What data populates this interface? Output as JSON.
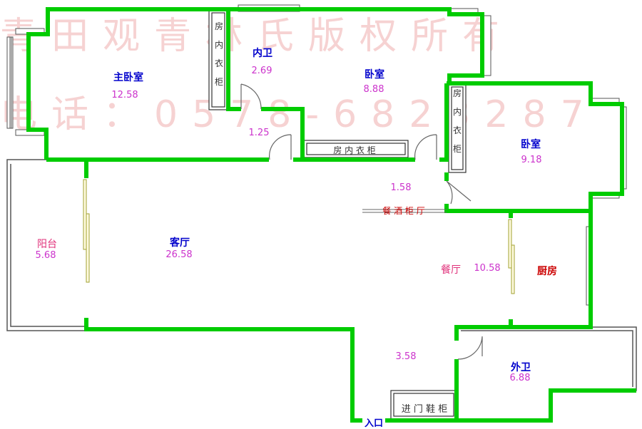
{
  "watermark": {
    "line1": "青田观青林氏版权所有",
    "line2": "电话：0578-6823287"
  },
  "rooms": {
    "master_bedroom": {
      "name": "主卧室",
      "area": "12.58"
    },
    "inner_bath": {
      "name": "内卫",
      "area": "2.69"
    },
    "bedroom_top": {
      "name": "卧室",
      "area": "8.88"
    },
    "bedroom_right": {
      "name": "卧室",
      "area": "9.18"
    },
    "corridor_top": {
      "area": "1.25"
    },
    "corridor_mid": {
      "area": "1.58"
    },
    "balcony": {
      "name": "阳台",
      "area": "5.68"
    },
    "living": {
      "name": "客厅",
      "area": "26.58"
    },
    "dining": {
      "name": "餐厅",
      "area": "10.58"
    },
    "kitchen": {
      "name": "厨房"
    },
    "entry": {
      "area": "3.58"
    },
    "outer_bath": {
      "name": "外卫",
      "area": "6.88"
    }
  },
  "fixtures": {
    "closet_master": "房内衣柜",
    "closet_bedroom_top": "房 内 衣 柜",
    "closet_bedroom_right": "房内衣柜",
    "wine_cabinet": "餐 酒 柜 厅",
    "shoe_cabinet": "进 门 鞋 柜",
    "entrance": "入口"
  }
}
